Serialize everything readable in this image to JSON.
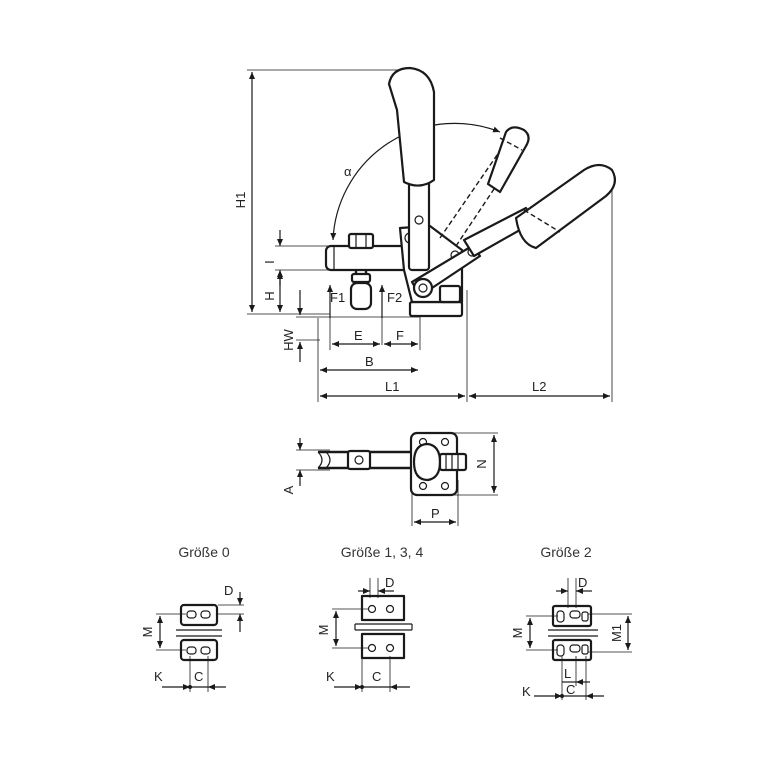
{
  "labels": {
    "H1": "H1",
    "alpha": "α",
    "I": "I",
    "H": "H",
    "HW": "HW",
    "F1": "F1",
    "F2": "F2",
    "E": "E",
    "F": "F",
    "B": "B",
    "L1": "L1",
    "L2": "L2",
    "A": "A",
    "N": "N",
    "P": "P"
  },
  "sizes": {
    "size0": {
      "title": "Größe 0",
      "D": "D",
      "M": "M",
      "K": "K",
      "C": "C"
    },
    "size134": {
      "title": "Größe 1, 3, 4",
      "D": "D",
      "M": "M",
      "K": "K",
      "C": "C"
    },
    "size2": {
      "title": "Größe 2",
      "D": "D",
      "M": "M",
      "M1": "M1",
      "K": "K",
      "C": "C",
      "L": "L"
    }
  }
}
